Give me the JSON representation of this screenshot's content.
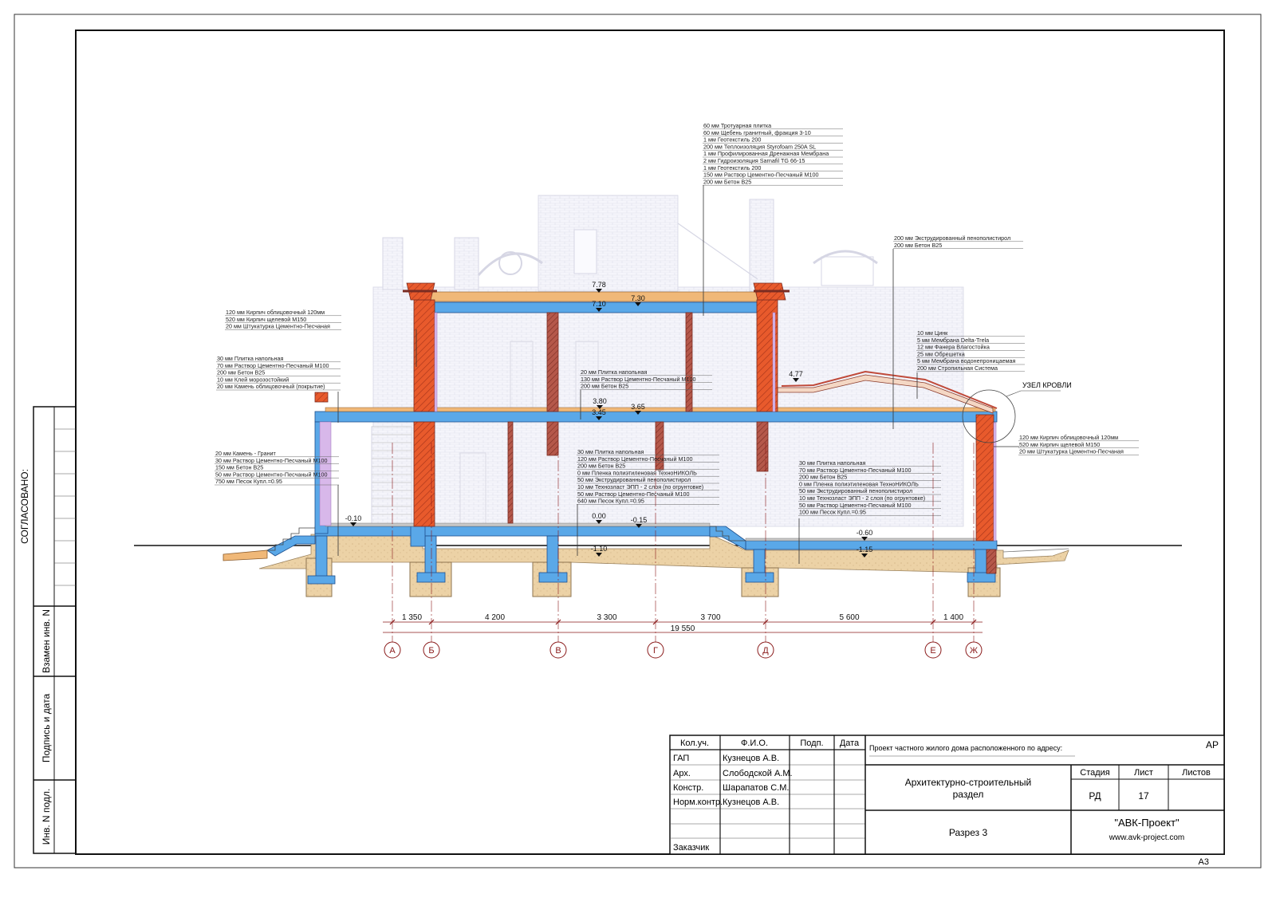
{
  "side_panel": {
    "agreed": "СОГЛАСОВАНО:",
    "replace_inv": "Взамен инв. N",
    "sign_date": "Подпись и дата",
    "inv_orig": "Инв. N подл."
  },
  "elevations": [
    "7.78",
    "7.30",
    "7.10",
    "4.77",
    "3.80",
    "3.65",
    "3.45",
    "-0.10",
    "0.00",
    "-0.15",
    "-1.10",
    "-0.60",
    "-1.15"
  ],
  "axes": [
    "А",
    "Б",
    "В",
    "Г",
    "Д",
    "Е",
    "Ж"
  ],
  "dimensions": {
    "segments": [
      "1 350",
      "4 200",
      "3 300",
      "3 700",
      "5 600",
      "1 400"
    ],
    "total": "19 550"
  },
  "node_label": "УЗЕЛ КРОВЛИ",
  "callouts": [
    {
      "lines": [
        "60 мм  Тротуарная плитка",
        "60 мм  Щебень гранитный, фракция 3-10",
        "1 мм  Геотекстиль 200",
        "200 мм  Теплоизоляция Styrofoam 250A SL",
        "1 мм  Профилированная Дренажная Мембрана",
        "2 мм  Гидроизоляция Sarnafil TG 66-15",
        "1 мм  Геотекстиль 200",
        "150 мм  Раствор Цементно-Песчаный М100",
        "200 мм  Бетон В25"
      ]
    },
    {
      "lines": [
        "200 мм  Экструдированный пенополистирол",
        "200 мм  Бетон В25"
      ]
    },
    {
      "lines": [
        "120 мм  Кирпич облицовочный 120мм",
        "520 мм  Кирпич щелевой М150",
        "20 мм  Штукатурка Цементно-Песчаная"
      ]
    },
    {
      "lines": [
        "30 мм  Плитка напольная",
        "70 мм  Раствор Цементно-Песчаный М100",
        "200 мм  Бетон В25",
        "10 мм  Клей морозостойкий",
        "20 мм  Камень облицовочный (покрытие)"
      ]
    },
    {
      "lines": [
        "10 мм  Цинк",
        "5 мм  Мембрана Delta-Trela",
        "12 мм  Фанера Влагостойка",
        "25 мм  Обрешетка",
        "5 мм  Мембрана водонепроницаемая",
        "200 мм  Стропильная Система"
      ]
    },
    {
      "lines": [
        "20 мм  Плитка напольная",
        "130 мм  Раствор Цементно-Песчаный М100",
        "200 мм  Бетон В25"
      ]
    },
    {
      "lines": [
        "120 мм  Кирпич облицовочный 120мм",
        "520 мм  Кирпич щелевой М150",
        "20 мм  Штукатурка Цементно-Песчаная"
      ]
    },
    {
      "lines": [
        "20 мм  Камень - Гранит",
        "30 мм  Раствор Цементно-Песчаный М100",
        "150 мм  Бетон В25",
        "50 мм  Раствор Цементно-Песчаный М100",
        "750 мм  Песок Купл.=0.95"
      ]
    },
    {
      "lines": [
        "30 мм  Плитка напольная",
        "120 мм  Раствор Цементно-Песчаный М100",
        "200 мм  Бетон В25",
        "0 мм  Пленка полиэтиленовая ТехноНИКОЛЬ",
        "50 мм  Экструдированный пенополистирол",
        "10 мм  Технозласт ЭПП - 2 слоя (по огрунтовке)",
        "50 мм  Раствор Цементно-Песчаный М100",
        "640 мм  Песок Купл.=0.95"
      ]
    },
    {
      "lines": [
        "30 мм  Плитка напольная",
        "70 мм  Раствор Цементно-Песчаный М100",
        "200 мм  Бетон В25",
        "0 мм  Пленка полиэтиленовая ТехноНИКОЛЬ",
        "50 мм  Экструдированный пенополистирол",
        "10 мм  Технозласт ЭПП - 2 слоя (по огрунтовке)",
        "50 мм  Раствор Цементно-Песчаный М100",
        "100 мм  Песок Купл.=0.95"
      ]
    }
  ],
  "title_block": {
    "headers": [
      "Кол.уч.",
      "Ф.И.О.",
      "Подп.",
      "Дата"
    ],
    "rows": [
      {
        "role": "ГАП",
        "name": "Кузнецов А.В."
      },
      {
        "role": "Арх.",
        "name": "Слободской А.М."
      },
      {
        "role": "Констр.",
        "name": "Шарапатов С.М."
      },
      {
        "role": "Норм.контр.",
        "name": "Кузнецов А.В."
      }
    ],
    "customer": "Заказчик",
    "project": "Проект частного жилого дома расположенного по адресу:",
    "code": "АР",
    "section_line1": "Архитектурно-строительный",
    "section_line2": "раздел",
    "stage_label": "Стадия",
    "sheet_label": "Лист",
    "sheets_label": "Листов",
    "stage": "РД",
    "sheet": "17",
    "sheets": "",
    "drawing": "Разрез 3",
    "company": "\"АВК-Проект\"",
    "site": "www.avk-project.com",
    "format": "А3"
  }
}
